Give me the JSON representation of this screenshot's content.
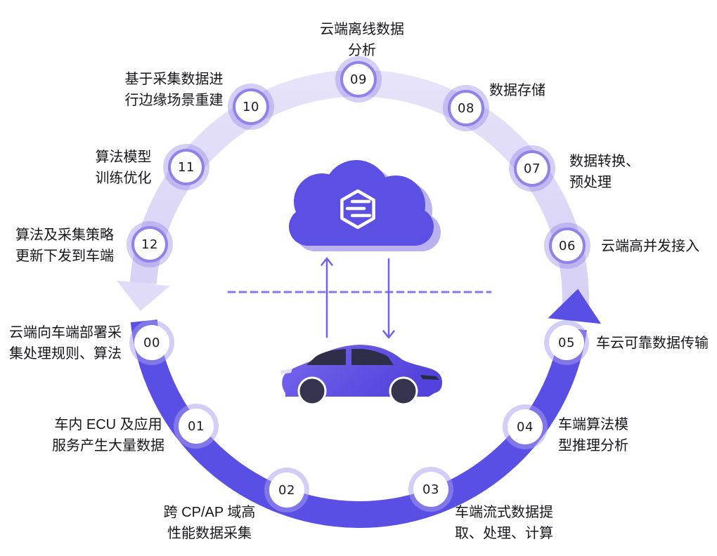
{
  "diagram": {
    "nodes": [
      {
        "number": "00",
        "lines": [
          "云端向车端部署采",
          "集处理规则、算法"
        ]
      },
      {
        "number": "01",
        "lines": [
          "车内 ECU 及应用",
          "服务产生大量数据"
        ]
      },
      {
        "number": "02",
        "lines": [
          "跨 CP/AP 域高",
          "性能数据采集"
        ]
      },
      {
        "number": "03",
        "lines": [
          "车端流式数据提",
          "取、处理、计算"
        ]
      },
      {
        "number": "04",
        "lines": [
          "车端算法模",
          "型推理分析"
        ]
      },
      {
        "number": "05",
        "lines": [
          "车云可靠数据传输"
        ]
      },
      {
        "number": "06",
        "lines": [
          "云端高并发接入"
        ]
      },
      {
        "number": "07",
        "lines": [
          "数据转换、",
          "预处理"
        ]
      },
      {
        "number": "08",
        "lines": [
          "数据存储"
        ]
      },
      {
        "number": "09",
        "lines": [
          "云端离线数据",
          "分析"
        ]
      },
      {
        "number": "10",
        "lines": [
          "基于采集数据进",
          "行边缘场景重建"
        ]
      },
      {
        "number": "11",
        "lines": [
          "算法模型",
          "训练优化"
        ]
      },
      {
        "number": "12",
        "lines": [
          "算法及采集策略",
          "更新下发到车端"
        ]
      }
    ],
    "icons": {
      "center_top": "cloud-with-data-hexagon",
      "center_bottom": "sedan-car",
      "between": [
        "upload-arrow",
        "download-arrow",
        "dashed-divider"
      ]
    },
    "colors": {
      "solid_arc": "#5A4FE5",
      "light_arc": "#DDD8F6",
      "node_ring": "#8F82E8",
      "cloud": "#5B4FE4",
      "cloud_shadow": "#B9B1F0",
      "car_body_light": "#7767EC",
      "car_body_dark": "#5243DC",
      "connector": "#6F61E8",
      "text": "#16161F"
    }
  }
}
